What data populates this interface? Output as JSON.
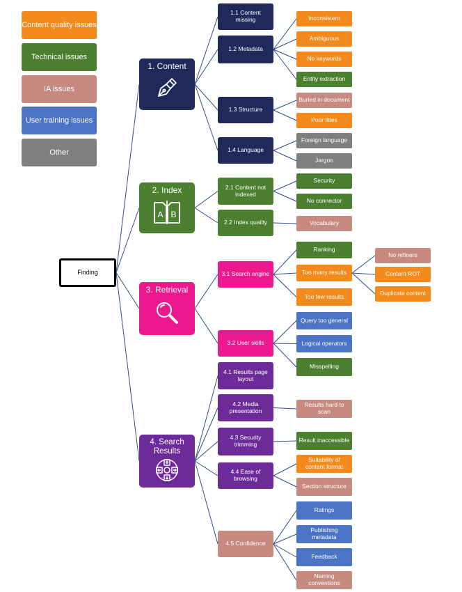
{
  "legend": {
    "content_quality": "Content quality issues",
    "technical": "Technical issues",
    "ia": "IA issues",
    "user_training": "User training issues",
    "other": "Other"
  },
  "root": "Finding",
  "content": {
    "title": "1. Content",
    "icon": "fountain-pen-icon",
    "missing": "1.1 Content missing",
    "metadata": "1.2 Metadata",
    "metadata_leaves": [
      "Inconsistent",
      "Ambiguous",
      "No keywords",
      "Entity extraction"
    ],
    "structure": "1.3 Structure",
    "structure_leaves": [
      "Buried in document",
      "Poor titles"
    ],
    "language": "1.4 Language",
    "language_leaves": [
      "Foreign language",
      "Jargon"
    ]
  },
  "index": {
    "title": "2. Index",
    "icon": "ab-book-icon",
    "icon_letters": [
      "A",
      "B"
    ],
    "not_indexed": "2.1 Content not indexed",
    "not_indexed_leaves": [
      "Security",
      "No connector"
    ],
    "quality": "2.2 Index quality",
    "quality_leaves": [
      "Vocabulary"
    ]
  },
  "retrieval": {
    "title": "3. Retrieval",
    "icon": "magnifier-icon",
    "engine": "3.1 Search engine",
    "engine_leaves": [
      "Ranking",
      "Too many results",
      "Too few results"
    ],
    "too_many_leaves": [
      "No refiners",
      "Content ROT",
      "Duplicate content"
    ],
    "skills": "3.2 User skills",
    "skills_leaves": [
      "Query too general",
      "Logical operators",
      "Misspelling"
    ]
  },
  "search_results": {
    "title": "4. Search Results",
    "icon": "navigation-arrows-icon",
    "layout": "4.1 Results page layout",
    "media": "4.2 Media presentation",
    "media_leaves": [
      "Results hard to scan"
    ],
    "trimming": "4.3 Security trimming",
    "trimming_leaves": [
      "Result inaccessible"
    ],
    "browsing": "4.4 Ease of browsing",
    "browsing_leaves": [
      "Suitability of content format",
      "Section structure"
    ],
    "confidence": "4.5 Confidence",
    "confidence_leaves": [
      "Ratings",
      "Publishing metadata",
      "Feedback",
      "Naming conventions"
    ]
  },
  "colors": {
    "content_quality": "#f38a1b",
    "technical": "#4c7f2f",
    "ia": "#c78a80",
    "user_training": "#4b73c6",
    "other": "#7f7f7f",
    "content": "#1f2a5b",
    "index": "#4c7f2f",
    "retrieval": "#ec198e",
    "search_results": "#6d2b9a",
    "connector": "#2e4a8c"
  }
}
